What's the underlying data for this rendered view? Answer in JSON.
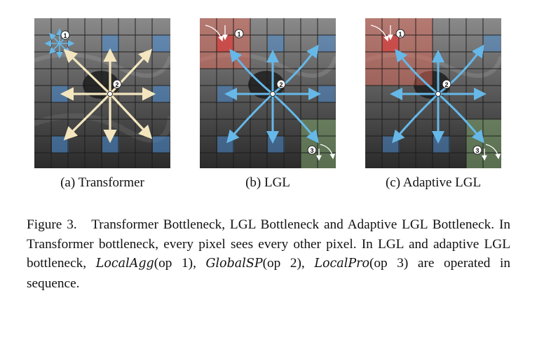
{
  "figure": {
    "subcaptions": {
      "a": "(a) Transformer",
      "b": "(b) LGL",
      "c": "(c) Adaptive LGL"
    },
    "markers": {
      "op1": "1",
      "op2": "2",
      "op3": "3"
    },
    "caption": {
      "label": "Figure 3.",
      "sentence1": "Transformer Bottleneck, LGL Bottleneck and Adaptive LGL Bottleneck.",
      "sentence2": "In Transformer bottleneck, every pixel sees every other pixel.",
      "sentence3_start": "In LGL and adaptive LGL bottleneck,",
      "op1_name": "LocalAgg",
      "op1_arg": "(op 1),",
      "op2_name": "GlobalSP",
      "op2_arg": "(op 2),",
      "op3_name": "LocalPro",
      "op3_arg": "(op 3)",
      "sentence3_end": "are operated in sequence."
    },
    "colors": {
      "attention_arrow": "#f3e6bf",
      "global_arrow": "#66b8e8",
      "local_agg_region": "#e06a5a",
      "local_pro_region": "#7fa870",
      "token_highlight": "#4a8fd6"
    }
  }
}
